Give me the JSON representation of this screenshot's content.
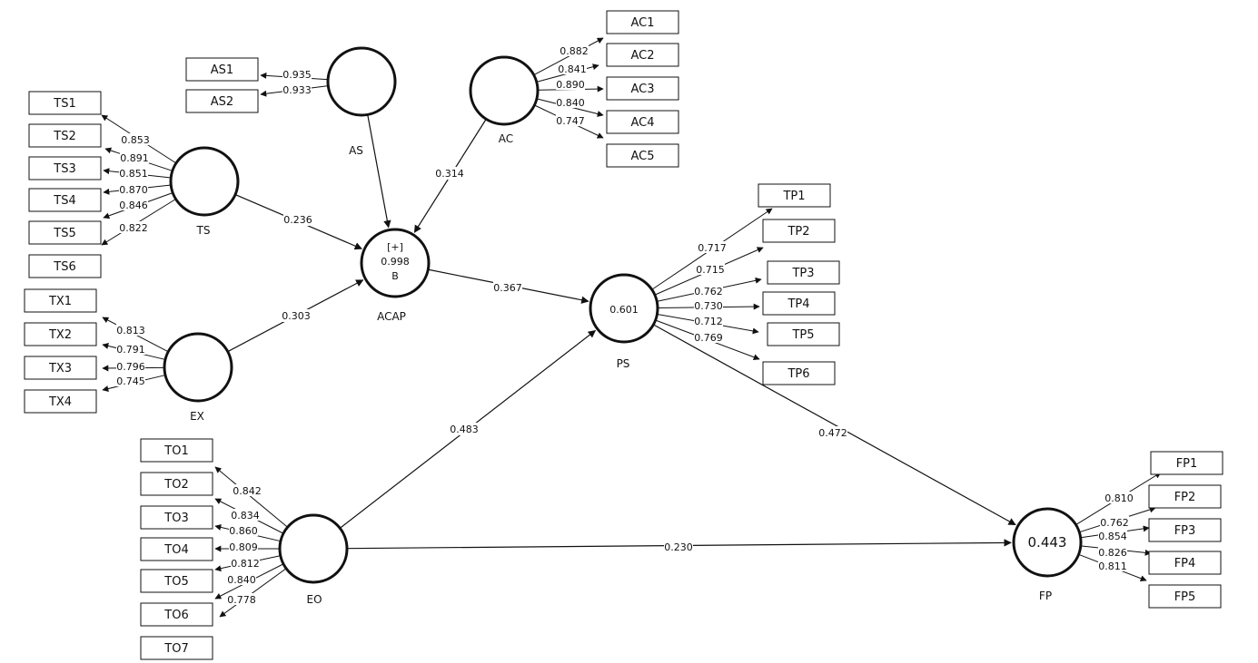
{
  "constructs": {
    "AS": {
      "label": "AS"
    },
    "AC": {
      "label": "AC"
    },
    "TS": {
      "label": "TS"
    },
    "EX": {
      "label": "EX"
    },
    "ACAP": {
      "label": "ACAP",
      "inner": [
        "[+]",
        "0.998",
        "B"
      ]
    },
    "PS": {
      "label": "PS",
      "value": "0.601"
    },
    "EO": {
      "label": "EO"
    },
    "FP": {
      "label": "FP",
      "value": "0.443"
    }
  },
  "paths": [
    {
      "from": "AS",
      "to": "ACAP",
      "coef": ""
    },
    {
      "from": "AC",
      "to": "ACAP",
      "coef": "0.314"
    },
    {
      "from": "TS",
      "to": "ACAP",
      "coef": "0.236"
    },
    {
      "from": "EX",
      "to": "ACAP",
      "coef": "0.303"
    },
    {
      "from": "ACAP",
      "to": "PS",
      "coef": "0.367"
    },
    {
      "from": "EO",
      "to": "PS",
      "coef": "0.483"
    },
    {
      "from": "PS",
      "to": "FP",
      "coef": "0.472"
    },
    {
      "from": "EO",
      "to": "FP",
      "coef": "0.230"
    }
  ],
  "indicators": {
    "AS": [
      {
        "name": "AS1",
        "loading": "0.935"
      },
      {
        "name": "AS2",
        "loading": "0.933"
      }
    ],
    "AC": [
      {
        "name": "AC1",
        "loading": "0.882"
      },
      {
        "name": "AC2",
        "loading": "0.841"
      },
      {
        "name": "AC3",
        "loading": "0.890"
      },
      {
        "name": "AC4",
        "loading": "0.840"
      },
      {
        "name": "AC5",
        "loading": "0.747"
      }
    ],
    "TS": [
      {
        "name": "TS1",
        "loading": "0.853"
      },
      {
        "name": "TS2",
        "loading": "0.891"
      },
      {
        "name": "TS3",
        "loading": "0.851"
      },
      {
        "name": "TS4",
        "loading": "0.870"
      },
      {
        "name": "TS5",
        "loading": "0.846"
      },
      {
        "name": "TS6",
        "loading": "0.822"
      }
    ],
    "EX": [
      {
        "name": "TX1",
        "loading": "0.813"
      },
      {
        "name": "TX2",
        "loading": "0.791"
      },
      {
        "name": "TX3",
        "loading": "0.796"
      },
      {
        "name": "TX4",
        "loading": "0.745"
      }
    ],
    "PS": [
      {
        "name": "TP1",
        "loading": "0.717"
      },
      {
        "name": "TP2",
        "loading": "0.715"
      },
      {
        "name": "TP3",
        "loading": "0.762"
      },
      {
        "name": "TP4",
        "loading": "0.730"
      },
      {
        "name": "TP5",
        "loading": "0.712"
      },
      {
        "name": "TP6",
        "loading": "0.769"
      }
    ],
    "EO": [
      {
        "name": "TO1",
        "loading": "0.842"
      },
      {
        "name": "TO2",
        "loading": "0.834"
      },
      {
        "name": "TO3",
        "loading": "0.860"
      },
      {
        "name": "TO4",
        "loading": "0.809"
      },
      {
        "name": "TO5",
        "loading": "0.812"
      },
      {
        "name": "TO6",
        "loading": "0.840"
      },
      {
        "name": "TO7",
        "loading": "0.778"
      }
    ],
    "FP": [
      {
        "name": "FP1",
        "loading": "0.810"
      },
      {
        "name": "FP2",
        "loading": "0.762"
      },
      {
        "name": "FP3",
        "loading": "0.854"
      },
      {
        "name": "FP4",
        "loading": "0.826"
      },
      {
        "name": "FP5",
        "loading": "0.811"
      }
    ]
  },
  "colors": {
    "stroke": "#111111",
    "background": "#ffffff"
  }
}
